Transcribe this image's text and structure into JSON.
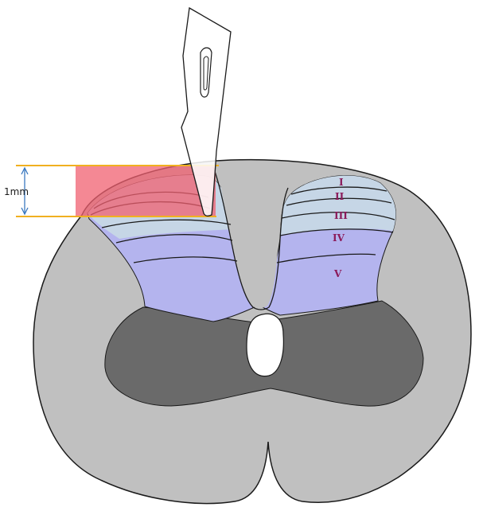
{
  "scale": {
    "label": "1mm"
  },
  "laminae": [
    {
      "id": "lamina-1",
      "label": "I"
    },
    {
      "id": "lamina-2",
      "label": "II"
    },
    {
      "id": "lamina-3",
      "label": "III"
    },
    {
      "id": "lamina-4",
      "label": "IV"
    },
    {
      "id": "lamina-5",
      "label": "V"
    }
  ],
  "colors": {
    "white_matter": "#c0c0c0",
    "gray_matter_ventral": "#6a6a6a",
    "laminae_upper": "#c6d6e6",
    "laminae_lower": "#b4b4ee",
    "cut_region": "#f06070",
    "scale_lines": "#f0b020",
    "scale_arrow": "#3a78c0",
    "lamina_labels": "#8b1a5a",
    "outline": "#1a1a1a"
  },
  "icons": {
    "blade": "scalpel-blade-icon"
  }
}
